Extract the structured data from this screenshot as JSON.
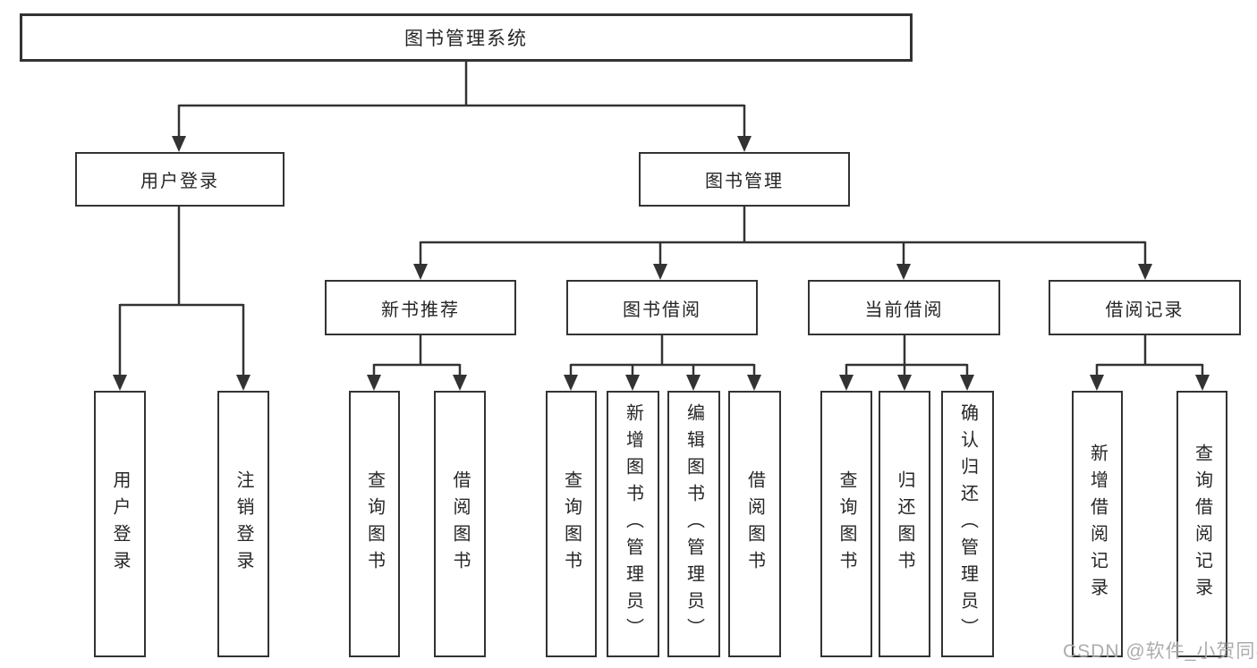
{
  "tree": {
    "label": "图书管理系统",
    "children": [
      {
        "label": "用户登录",
        "children": [
          {
            "label": "用户登录"
          },
          {
            "label": "注销登录"
          }
        ]
      },
      {
        "label": "图书管理",
        "children": [
          {
            "label": "新书推荐",
            "children": [
              {
                "label": "查询图书"
              },
              {
                "label": "借阅图书"
              }
            ]
          },
          {
            "label": "图书借阅",
            "children": [
              {
                "label": "查询图书"
              },
              {
                "label": "新增图书（管理员）"
              },
              {
                "label": "编辑图书（管理员）"
              },
              {
                "label": "借阅图书"
              }
            ]
          },
          {
            "label": "当前借阅",
            "children": [
              {
                "label": "查询图书"
              },
              {
                "label": "归还图书"
              },
              {
                "label": "确认归还（管理员）"
              }
            ]
          },
          {
            "label": "借阅记录",
            "children": [
              {
                "label": "新增借阅记录"
              },
              {
                "label": "查询借阅记录"
              }
            ]
          }
        ]
      }
    ]
  },
  "watermark": {
    "text": "CSDN @软件_小贺同学"
  },
  "colors": {
    "line": "#333333",
    "box_border": "#333333",
    "text": "#262626",
    "watermark": "#a8a8a8",
    "background": "#ffffff"
  }
}
